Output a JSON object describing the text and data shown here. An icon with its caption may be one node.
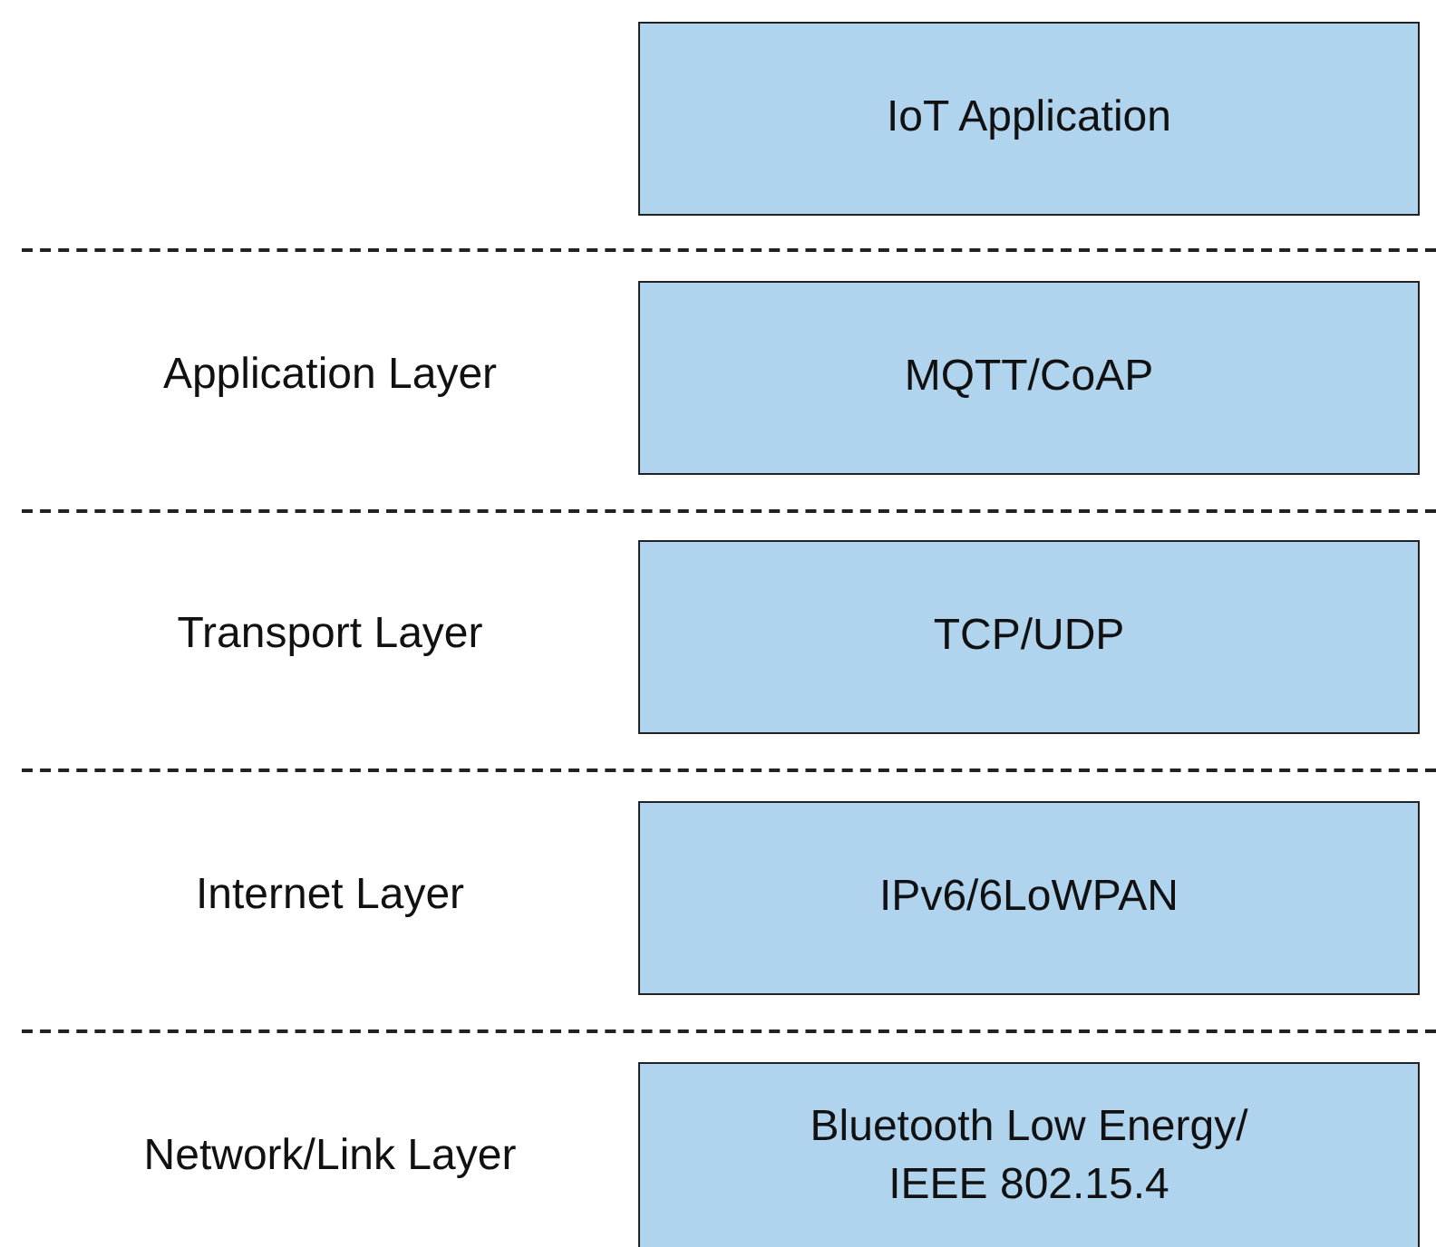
{
  "diagram": {
    "nodes": [
      {
        "text": [
          "IoT Application"
        ]
      },
      {
        "text": [
          "MQTT/CoAP"
        ]
      },
      {
        "text": [
          "TCP/UDP"
        ]
      },
      {
        "text": [
          "IPv6/6LoWPAN"
        ]
      },
      {
        "text": [
          "Bluetooth Low Energy/ IEEE 802.15.4"
        ]
      }
    ],
    "edges": [],
    "labels": [
      "Application Layer",
      "Transport Layer",
      "Internet Layer",
      "Network/Link Layer"
    ]
  }
}
